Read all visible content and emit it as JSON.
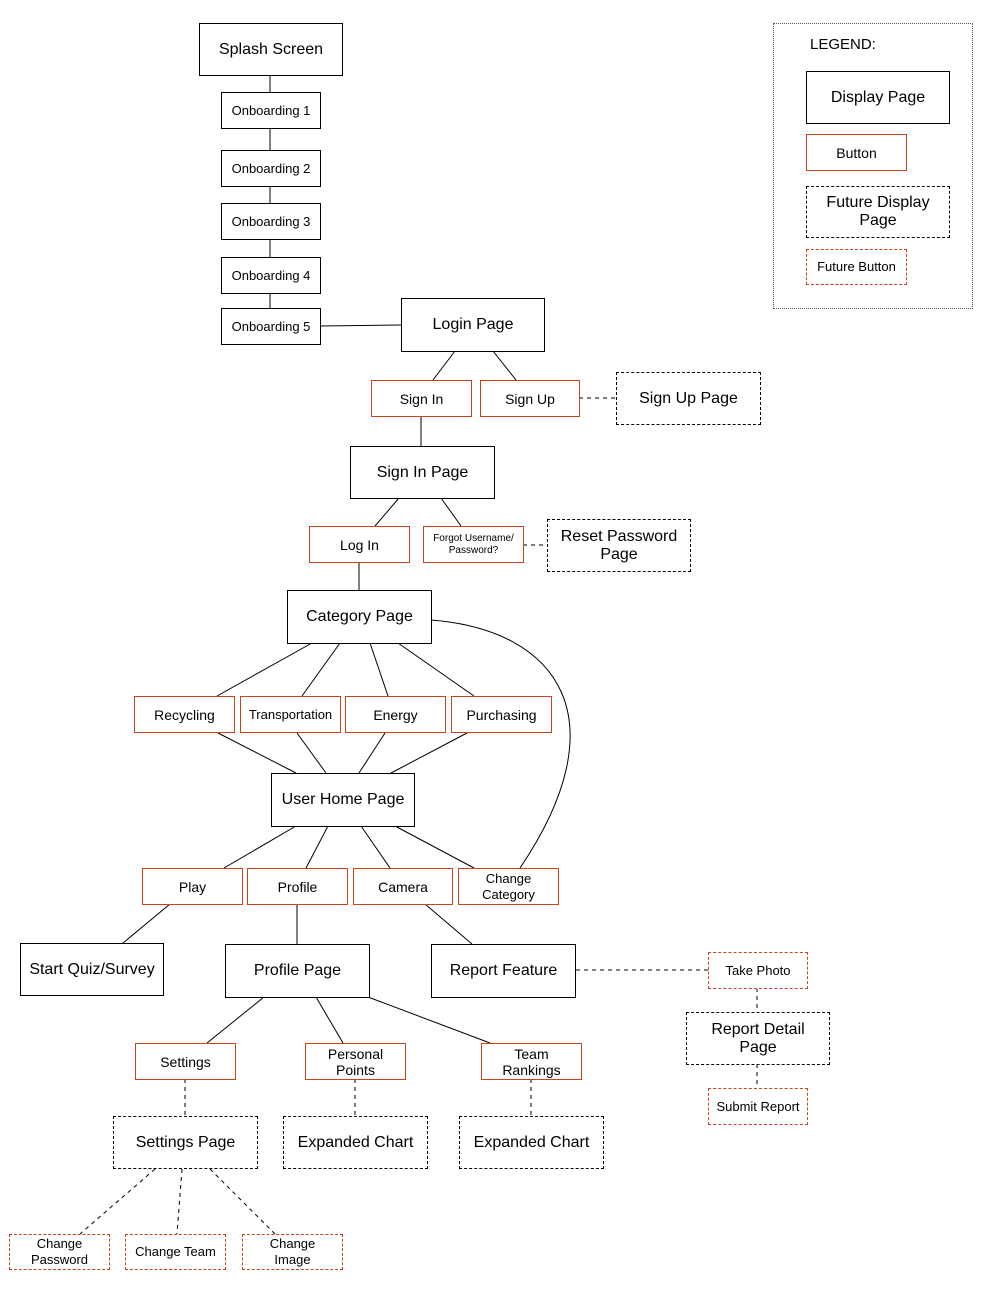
{
  "legend": {
    "title": "LEGEND:",
    "display_page": "Display Page",
    "button": "Button",
    "future_display_page": "Future Display Page",
    "future_button": "Future Button"
  },
  "nodes": {
    "splash": "Splash Screen",
    "onboarding1": "Onboarding 1",
    "onboarding2": "Onboarding 2",
    "onboarding3": "Onboarding 3",
    "onboarding4": "Onboarding 4",
    "onboarding5": "Onboarding 5",
    "login_page": "Login Page",
    "sign_in_btn": "Sign In",
    "sign_up_btn": "Sign Up",
    "sign_up_page": "Sign Up Page",
    "sign_in_page": "Sign In Page",
    "log_in_btn": "Log In",
    "forgot_btn": "Forgot Username/ Password?",
    "reset_password_page": "Reset Password Page",
    "category_page": "Category Page",
    "recycling": "Recycling",
    "transportation": "Transportation",
    "energy": "Energy",
    "purchasing": "Purchasing",
    "user_home_page": "User Home Page",
    "play": "Play",
    "profile": "Profile",
    "camera": "Camera",
    "change_category": "Change Category",
    "start_quiz": "Start Quiz/Survey",
    "profile_page": "Profile Page",
    "report_feature": "Report Feature",
    "take_photo": "Take Photo",
    "report_detail_page": "Report Detail Page",
    "submit_report": "Submit Report",
    "settings": "Settings",
    "personal_points": "Personal Points",
    "team_rankings": "Team Rankings",
    "settings_page": "Settings Page",
    "expanded_chart_1": "Expanded Chart",
    "expanded_chart_2": "Expanded Chart",
    "change_password": "Change Password",
    "change_team": "Change Team",
    "change_image": "Change Image"
  },
  "colors": {
    "button_border": "#c8441c",
    "page_border": "#000000"
  }
}
